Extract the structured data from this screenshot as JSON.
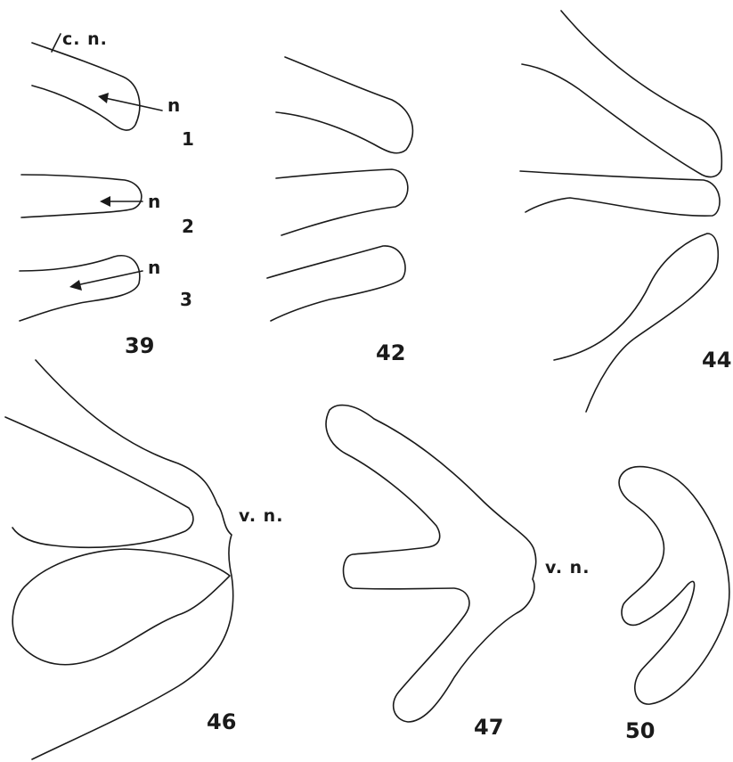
{
  "labels": {
    "abbreviations": {
      "commissural_nerve": "c. n.",
      "ventral_nerve_a": "v. n.",
      "ventral_nerve_b": "v. n."
    },
    "nerves": [
      {
        "letter": "n",
        "index": "1"
      },
      {
        "letter": "n",
        "index": "2"
      },
      {
        "letter": "n",
        "index": "3"
      }
    ],
    "figures": [
      "39",
      "42",
      "44",
      "46",
      "47",
      "50"
    ]
  },
  "style": {
    "stroke_color": "#1a1a1a",
    "background": "#ffffff"
  }
}
